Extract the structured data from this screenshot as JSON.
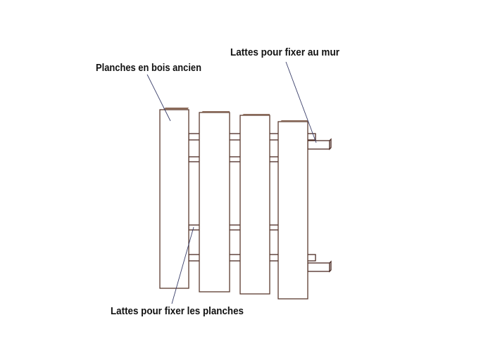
{
  "labels": {
    "planks": "Planches en bois ancien",
    "wall_slats": "Lattes pour fixer au mur",
    "plank_slats": "Lattes pour fixer les planches"
  },
  "colors": {
    "wood_outline": "#5a3a2e",
    "leader_line": "#3a3f6a"
  }
}
